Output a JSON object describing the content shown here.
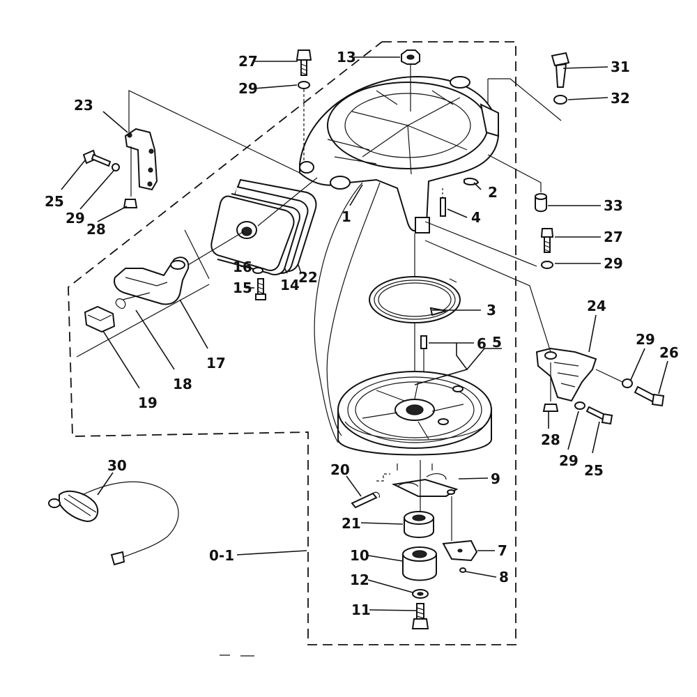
{
  "diagram": {
    "labels": {
      "p1": "1",
      "p2": "2",
      "p3": "3",
      "p4": "4",
      "p5": "5",
      "p6": "6",
      "p7": "7",
      "p8": "8",
      "p9": "9",
      "p10": "10",
      "p11": "11",
      "p12": "12",
      "p13": "13",
      "p14": "14",
      "p15": "15",
      "p16": "16",
      "p17": "17",
      "p18": "18",
      "p19": "19",
      "p20": "20",
      "p21": "21",
      "p22": "22",
      "p23": "23",
      "p24": "24",
      "p25a": "25",
      "p25b": "25",
      "p26": "26",
      "p27a": "27",
      "p27b": "27",
      "p28a": "28",
      "p28b": "28",
      "p29a": "29",
      "p29b": "29",
      "p29c": "29",
      "p29d": "29",
      "p29e": "29",
      "p30": "30",
      "p31": "31",
      "p32": "32",
      "p33": "33",
      "p01": "0-1"
    }
  }
}
